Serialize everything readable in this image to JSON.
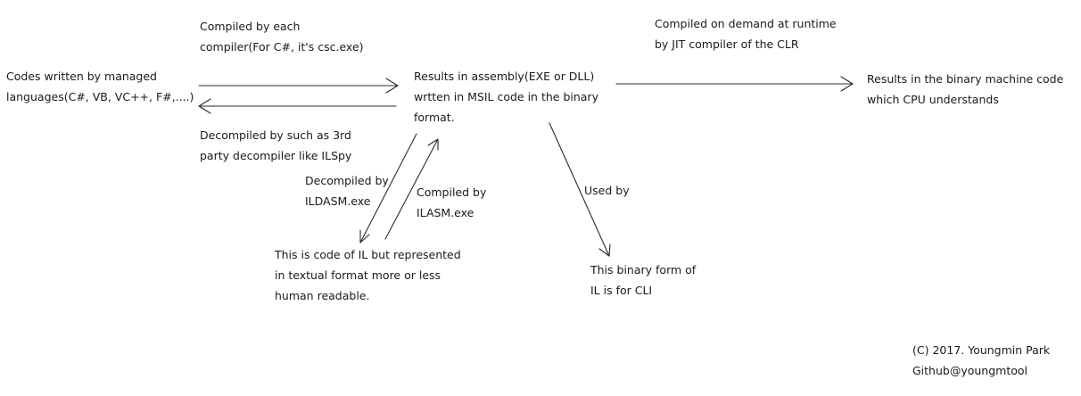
{
  "nodes": {
    "source": [
      "Codes written by managed",
      "languages(C#, VB, VC++, F#,....)"
    ],
    "assembly": [
      "Results in assembly(EXE or DLL)",
      "wrtten in MSIL code in the binary",
      "format."
    ],
    "machine_code": [
      "Results in the binary machine code",
      "which CPU understands"
    ],
    "il_text": [
      "This is code of IL but represented",
      "in textual format more or less",
      "human readable."
    ],
    "il_binary": [
      "This binary form of",
      "IL is for CLI"
    ]
  },
  "edges": {
    "compile": [
      "Compiled by each",
      "compiler(For C#, it's csc.exe)"
    ],
    "decompile_3rd": [
      "Decompiled by such as 3rd",
      "party decompiler like ILSpy"
    ],
    "jit": [
      "Compiled on demand at runtime",
      "by JIT compiler of the CLR"
    ],
    "ildasm": [
      "Decompiled by",
      "ILDASM.exe"
    ],
    "ilasm": [
      "Compiled by",
      "ILASM.exe"
    ],
    "used_by": [
      "Used by"
    ]
  },
  "credits": [
    "(C) 2017. Youngmin Park",
    "Github@youngmtool"
  ]
}
